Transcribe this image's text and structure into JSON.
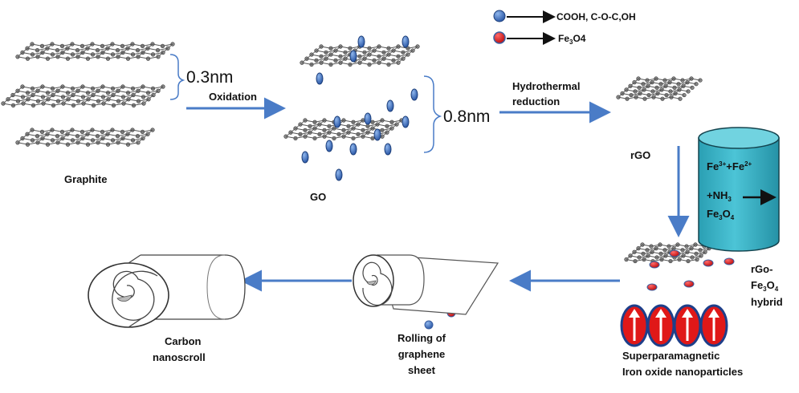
{
  "legend": {
    "functional_groups": "COOH, C-O-C,OH",
    "fe3o4_base": "Fe",
    "fe3o4_sub": "3",
    "fe3o4_tail": "O4"
  },
  "labels": {
    "graphite": "Graphite",
    "graphite_spacing": "0.3nm",
    "oxidation": "Oxidation",
    "go": "GO",
    "go_spacing": "0.8nm",
    "hydrothermal_line1": "Hydrothermal",
    "hydrothermal_line2": "reduction",
    "rgo": "rGO",
    "hybrid_line1": "rGo-",
    "hybrid_line2_base": "Fe",
    "hybrid_line2_sub1": "3",
    "hybrid_line2_mid": "O",
    "hybrid_line2_sub2": "4",
    "hybrid_line3": "hybrid",
    "spion_line1": "Superparamagnetic",
    "spion_line2": "Iron oxide nanoparticles",
    "rolling_line1": "Rolling of",
    "rolling_line2": "graphene",
    "rolling_line3": "sheet",
    "nanoscroll_line1": "Carbon",
    "nanoscroll_line2": "nanoscroll"
  },
  "reactor": {
    "ion1": "Fe",
    "ion1_sup": "3+",
    "plus": "+",
    "ion2": "Fe",
    "ion2_sup": "2+",
    "ammonia_base": "+NH",
    "ammonia_sub": "3",
    "product_fe": "Fe",
    "product_sub1": "3",
    "product_o": "O",
    "product_sub2": "4"
  },
  "colors": {
    "arrow": "#4a7cc7",
    "functional_dot": "#3b6cb7",
    "fe3o4_dot": "#e02020",
    "reactor_fill": "#3bb5c9",
    "reactor_top": "#6dd0de",
    "carbon": "#666666"
  }
}
